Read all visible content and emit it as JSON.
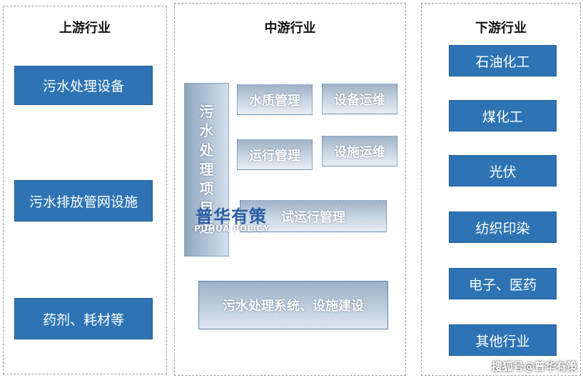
{
  "upstream": {
    "title": "上游行业",
    "items": [
      "污水处理设备",
      "污水排放管网设施",
      "药剂、耗材等"
    ]
  },
  "midstream": {
    "title": "中游行业",
    "project_label": "污水处理项目运",
    "water_quality": "水质管理",
    "equipment_om": "设备运维",
    "operation": "运行管理",
    "facility_om": "设施运维",
    "trial_operation": "试运行管理",
    "construction": "污水处理系统、设施建设"
  },
  "downstream": {
    "title": "下游行业",
    "items": [
      "石油化工",
      "煤化工",
      "光伏",
      "纺织印染",
      "电子、医药",
      "其他行业"
    ]
  },
  "watermark": {
    "cn": "普华有策",
    "en": "PUHUA POLICY"
  },
  "source_credit": "搜狐号@普华有策",
  "colors": {
    "solid_box": "#2e74b5",
    "gradient_box": "#b7c8da",
    "panel_border": "#9aa3ad"
  }
}
